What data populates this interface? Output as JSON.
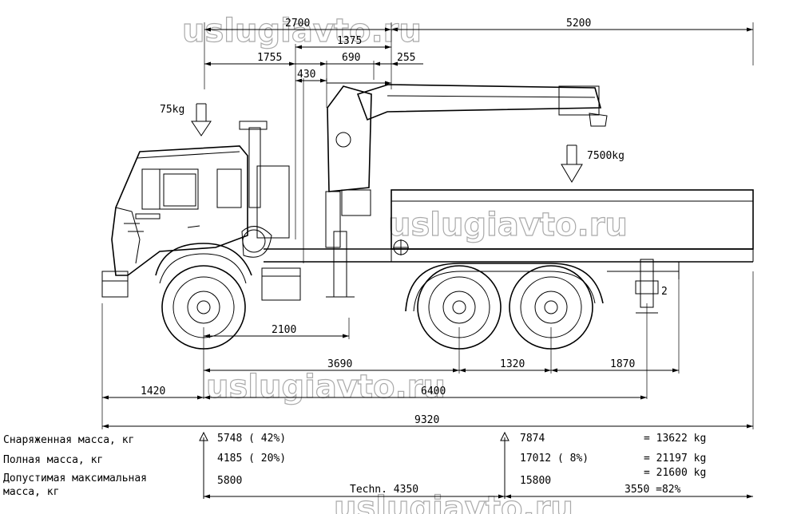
{
  "watermark": "uslugiavto.ru",
  "top_dims": {
    "d2700": "2700",
    "d5200": "5200",
    "d1375": "1375",
    "d1755": "1755",
    "d690": "690",
    "d255": "255",
    "d430": "430"
  },
  "loads": {
    "roof": "75kg",
    "crane": "7500kg"
  },
  "bottom_dims": {
    "d2100": "2100",
    "d3690": "3690",
    "d1320": "1320",
    "d1870": "1870",
    "d1420": "1420",
    "d6400": "6400",
    "d9320": "9320"
  },
  "outrigger_mark": "2",
  "table": {
    "rows": [
      {
        "label": "Снаряженная масса, кг",
        "front": "5748 ( 42%)",
        "rear": "7874",
        "total": "=   13622 kg"
      },
      {
        "label": "Полная масса, кг",
        "front": "4185 ( 20%)",
        "rear": "17012 ( 8%)",
        "total": "=   21197 kg"
      },
      {
        "label_lines": [
          "Допустимая максимальная",
          "масса, кг"
        ],
        "front": "5800",
        "rear": "15800",
        "total": "=   21600 kg"
      }
    ],
    "techn": "Techn. 4350",
    "ratio": "3550 =82%"
  }
}
